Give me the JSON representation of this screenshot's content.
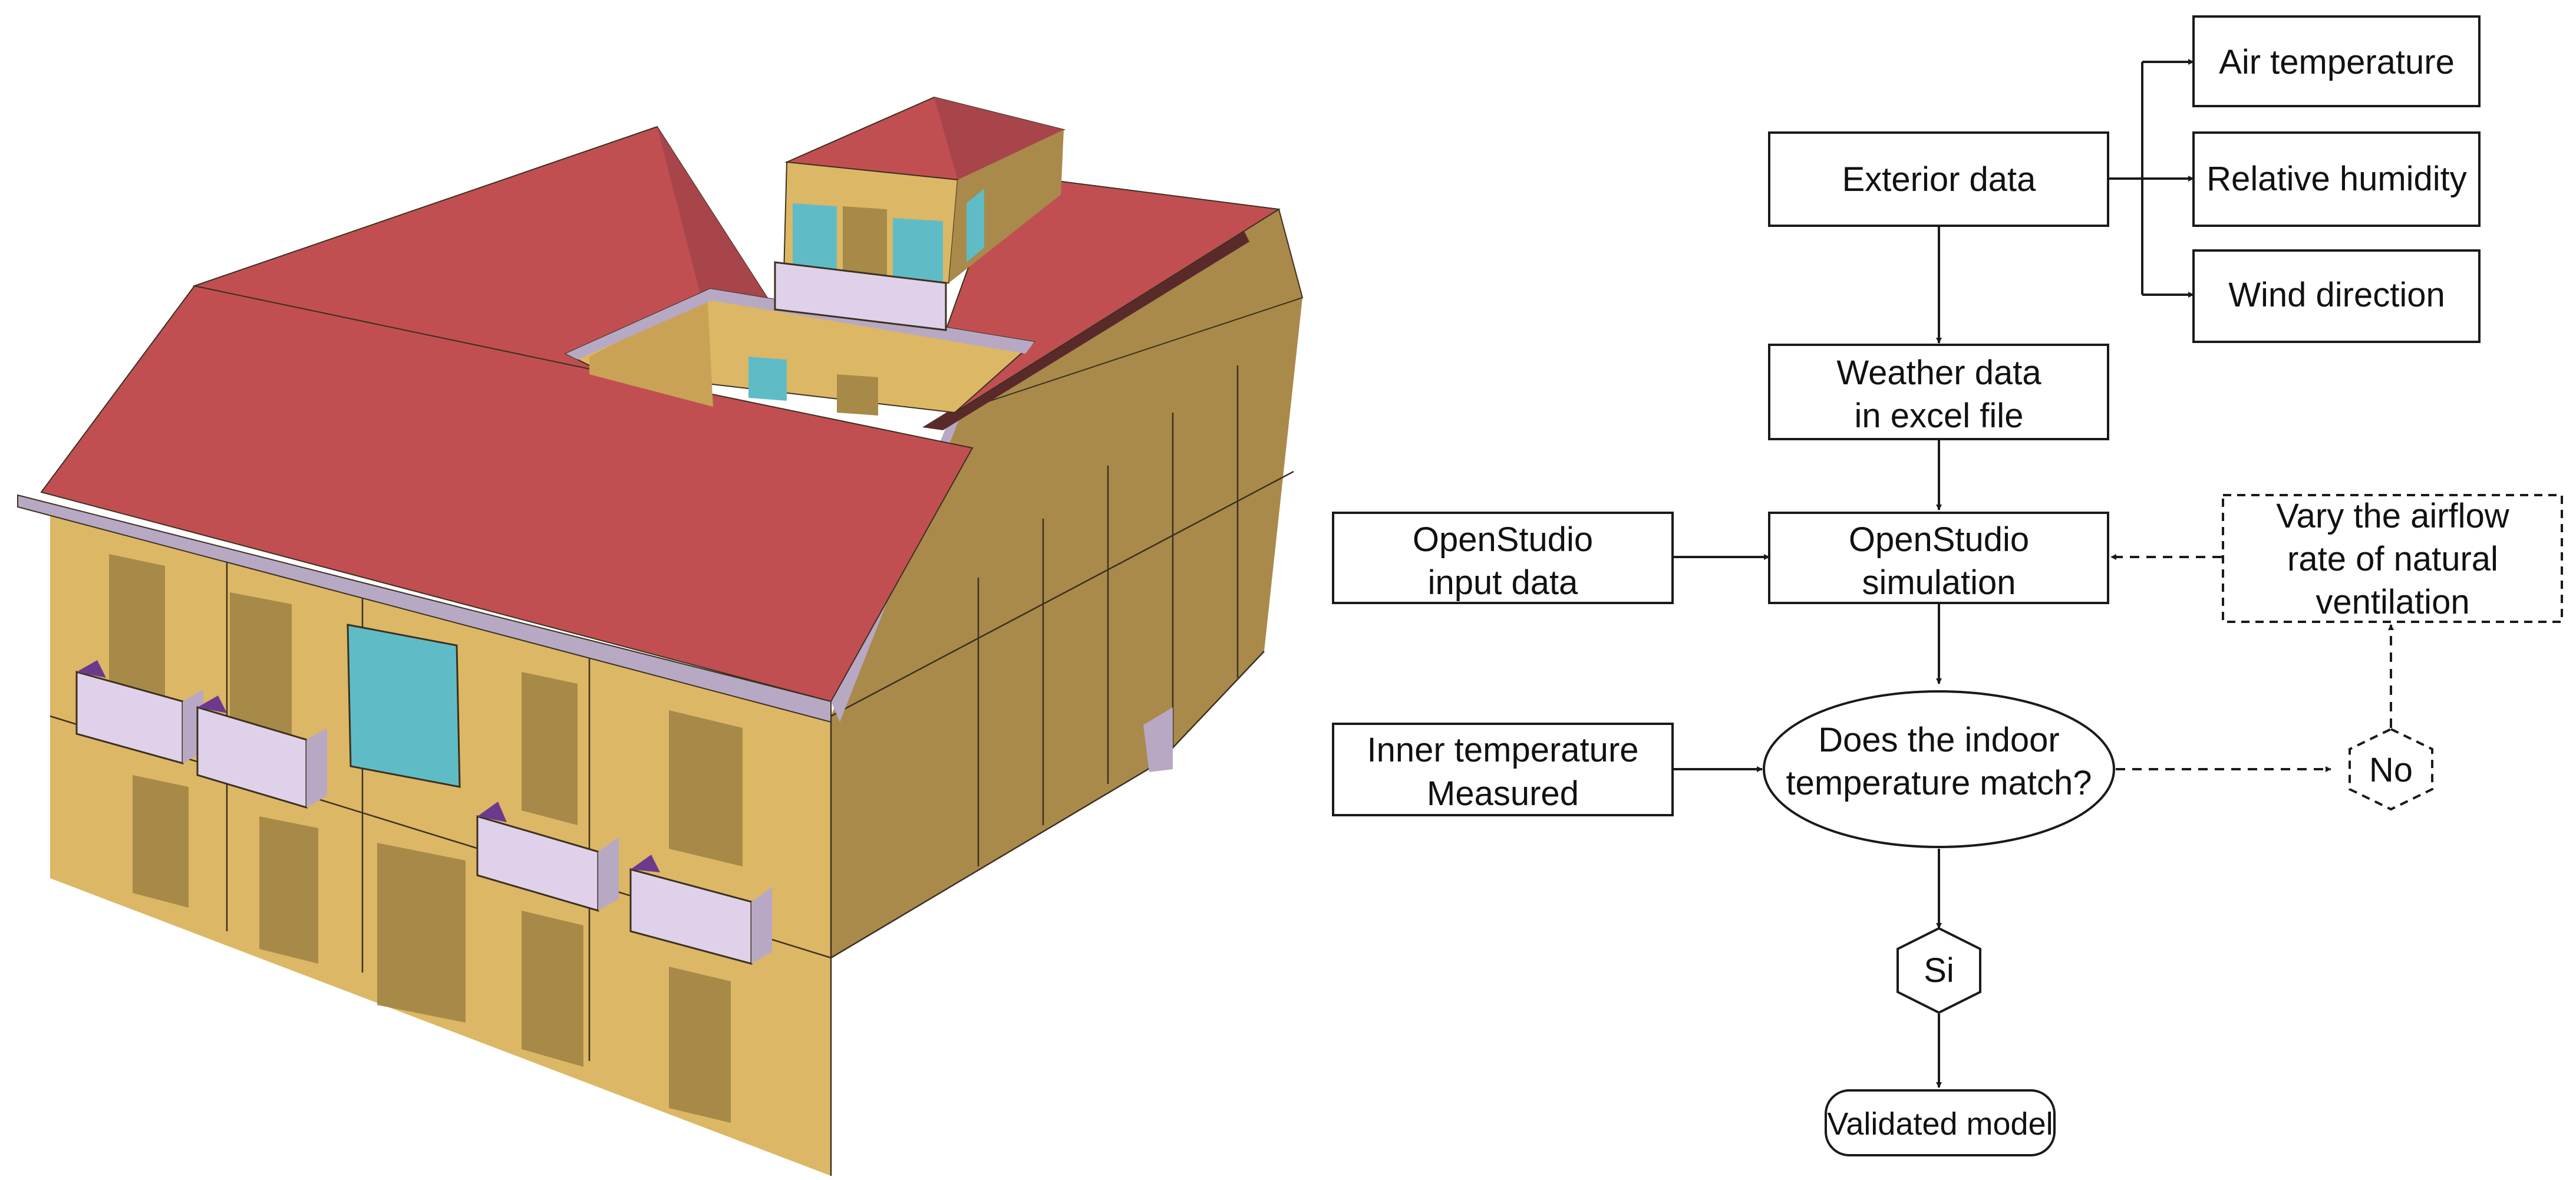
{
  "colors": {
    "roof": "#c14f52",
    "roof_shadow": "#a8454a",
    "wall_front": "#dcb765",
    "wall_side": "#a98a4a",
    "door": "#a78a48",
    "glass": "#5fbcc7",
    "balcony": "#e0d1ea",
    "cornice": "#b7a8c4",
    "accent_purple": "#6b3a8c"
  },
  "flowchart": {
    "exterior_data": "Exterior data",
    "air_temperature": "Air temperature",
    "relative_humidity": "Relative humidity",
    "wind_direction": "Wind direction",
    "weather_line1": "Weather data",
    "weather_line2": "in excel file",
    "input_line1": "OpenStudio",
    "input_line2": "input data",
    "sim_line1": "OpenStudio",
    "sim_line2": "simulation",
    "vary_line1": "Vary the airflow",
    "vary_line2": "rate of natural",
    "vary_line3": "ventilation",
    "inner_line1": "Inner temperature",
    "inner_line2": "Measured",
    "decision_line1": "Does the indoor",
    "decision_line2": "temperature match?",
    "no_label": "No",
    "si_label": "Si",
    "validated": "Validated model"
  }
}
